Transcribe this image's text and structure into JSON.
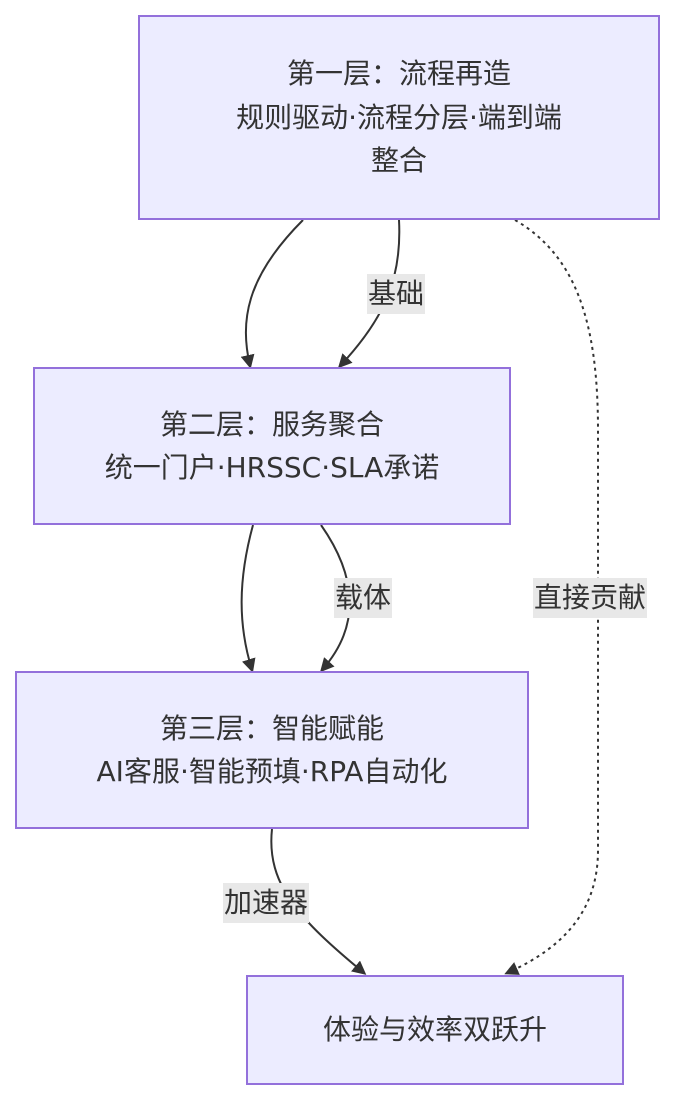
{
  "nodes": {
    "layer1": {
      "title": "第一层：流程再造",
      "detail_line1": "规则驱动·流程分层·端到端",
      "detail_line2": "整合"
    },
    "layer2": {
      "title": "第二层：服务聚合",
      "detail": "统一门户·HRSSC·SLA承诺"
    },
    "layer3": {
      "title": "第三层：智能赋能",
      "detail": "AI客服·智能预填·RPA自动化"
    },
    "outcome": {
      "title": "体验与效率双跃升"
    }
  },
  "edges": {
    "layer1_to_layer2_label": "基础",
    "layer2_to_layer3_label": "载体",
    "layer3_to_outcome_label": "加速器",
    "layer1_to_outcome_label": "直接贡献"
  },
  "colors": {
    "node_fill": "#ececff",
    "node_border": "#9370db",
    "edge_stroke": "#333333",
    "label_background": "#e8e8e8",
    "text": "#333333"
  }
}
